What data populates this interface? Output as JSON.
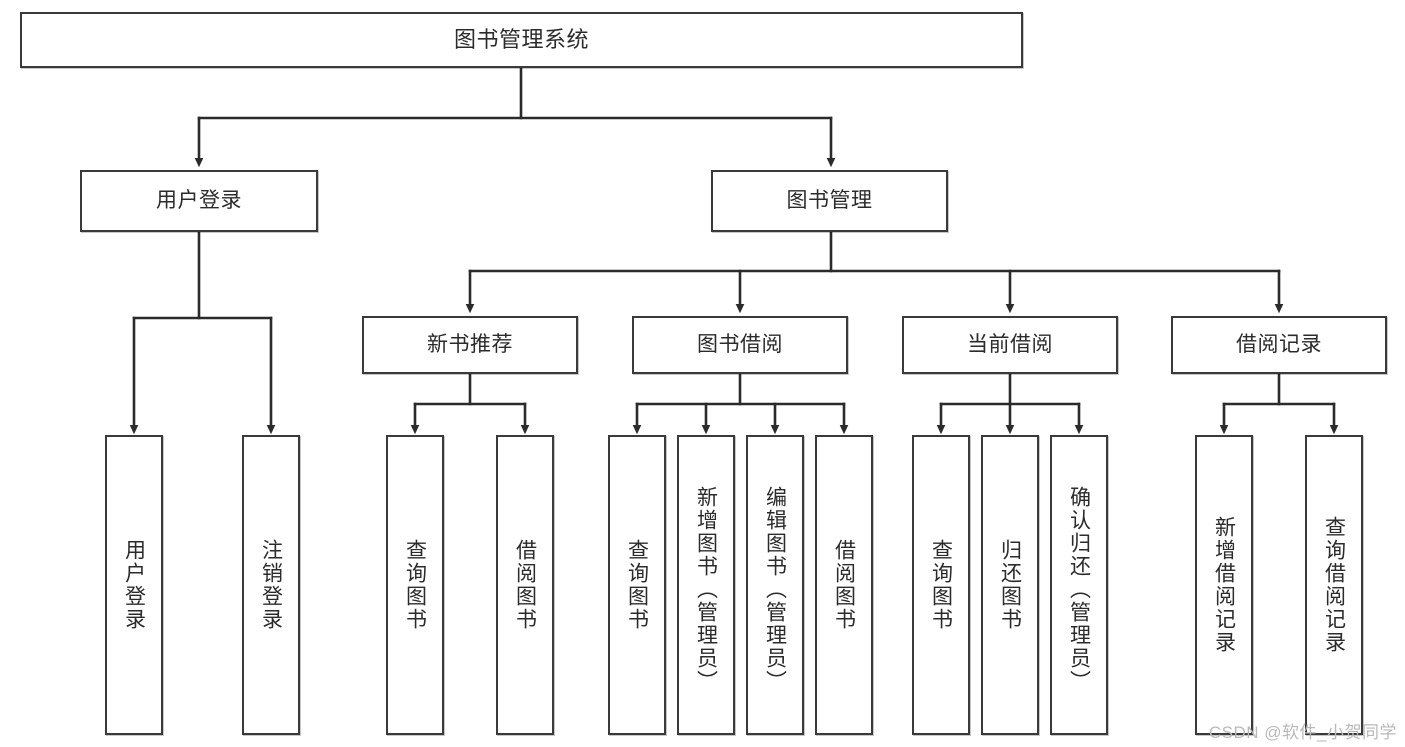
{
  "diagram": {
    "title": "图书管理系统",
    "type": "tree-hierarchy-chart",
    "watermark": "CSDN @软件_小贺同学",
    "colors": {
      "box_border": "#3a3a3a",
      "box_fill": "#ffffff",
      "connector": "#2b2b2b",
      "text": "#2b2b2b",
      "watermark": "#b9b9b9",
      "background": "#ffffff"
    },
    "levels": {
      "root": {
        "label": "图书管理系统"
      },
      "level2": [
        {
          "id": "user-login",
          "label": "用户登录"
        },
        {
          "id": "book-manage",
          "label": "图书管理"
        }
      ],
      "level3": [
        {
          "id": "new-book-recommend",
          "label": "新书推荐",
          "parent": "book-manage"
        },
        {
          "id": "book-borrow",
          "label": "图书借阅",
          "parent": "book-manage"
        },
        {
          "id": "current-borrow",
          "label": "当前借阅",
          "parent": "book-manage"
        },
        {
          "id": "borrow-record",
          "label": "借阅记录",
          "parent": "book-manage"
        }
      ],
      "leaves": [
        {
          "id": "leaf-user-login",
          "label": "用户登录",
          "parent": "user-login"
        },
        {
          "id": "leaf-logout-login",
          "label": "注销登录",
          "parent": "user-login"
        },
        {
          "id": "leaf-query-book-1",
          "label": "查询图书",
          "parent": "new-book-recommend"
        },
        {
          "id": "leaf-borrow-book-1",
          "label": "借阅图书",
          "parent": "new-book-recommend"
        },
        {
          "id": "leaf-query-book-2",
          "label": "查询图书",
          "parent": "book-borrow"
        },
        {
          "id": "leaf-add-book",
          "label": "新增图书（管理员）",
          "parent": "book-borrow"
        },
        {
          "id": "leaf-edit-book",
          "label": "编辑图书（管理员）",
          "parent": "book-borrow"
        },
        {
          "id": "leaf-borrow-book-2",
          "label": "借阅图书",
          "parent": "book-borrow"
        },
        {
          "id": "leaf-query-book-3",
          "label": "查询图书",
          "parent": "current-borrow"
        },
        {
          "id": "leaf-return-book",
          "label": "归还图书",
          "parent": "current-borrow"
        },
        {
          "id": "leaf-confirm-return",
          "label": "确认归还（管理员）",
          "parent": "current-borrow"
        },
        {
          "id": "leaf-add-record",
          "label": "新增借阅记录",
          "parent": "borrow-record"
        },
        {
          "id": "leaf-query-record",
          "label": "查询借阅记录",
          "parent": "borrow-record"
        }
      ]
    }
  }
}
